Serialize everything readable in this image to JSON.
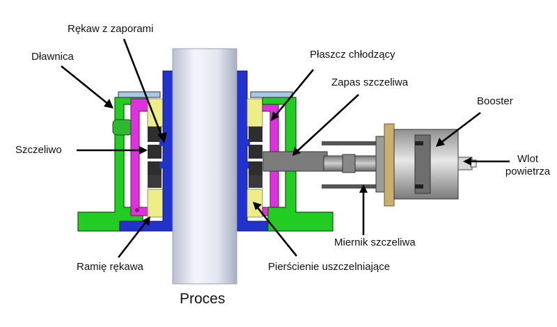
{
  "labels": {
    "rekaw_z_zaporami": "Rękaw z zaporami",
    "dlawnica": "Dławnica",
    "plaszcz_chlodzacy": "Płaszcz chłodzący",
    "zapas_szczeliwa": "Zapas szczeliwa",
    "booster": "Booster",
    "szczeliwo": "Szczeliwo",
    "wlot_powietrza_line1": "Wlot",
    "wlot_powietrza_line2": "powietrza",
    "miernik_szczeliwa": "Miernik szczeliwa",
    "ramie_rekawa": "Ramię rękawa",
    "pierscienie_uszczelniajace": "Pierścienie uszczelniające",
    "proces": "Proces"
  },
  "colors": {
    "gland": "#22cc22",
    "sleeve": "#2233cc",
    "jacket": "#dd33dd",
    "packing": "#2e2e2e",
    "rings": "#eeee88",
    "shaft": "#e6e9f2",
    "booster_body": "#c9c9c9",
    "flange": "#c9b070"
  }
}
